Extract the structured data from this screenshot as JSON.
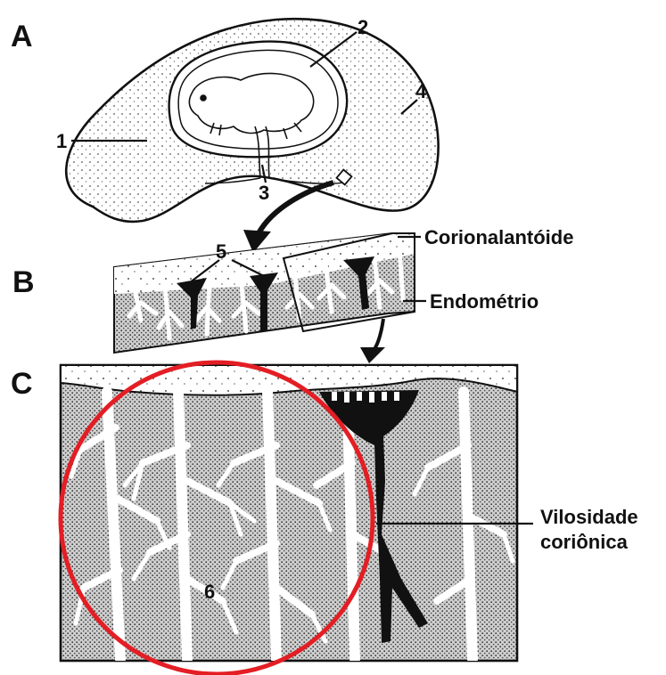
{
  "panels": {
    "a": "A",
    "b": "B",
    "c": "C"
  },
  "numbers": {
    "n1": "1",
    "n2": "2",
    "n3": "3",
    "n4": "4",
    "n5": "5",
    "n6": "6"
  },
  "terms": {
    "corionalantoide": "Corionalantóide",
    "endometrio": "Endométrio",
    "vilosidade_line1": "Vilosidade",
    "vilosidade_line2": "coriônica"
  },
  "colors": {
    "highlight_circle": "#e31e24",
    "ink": "#111111",
    "stipple": "#b8b8b8"
  }
}
